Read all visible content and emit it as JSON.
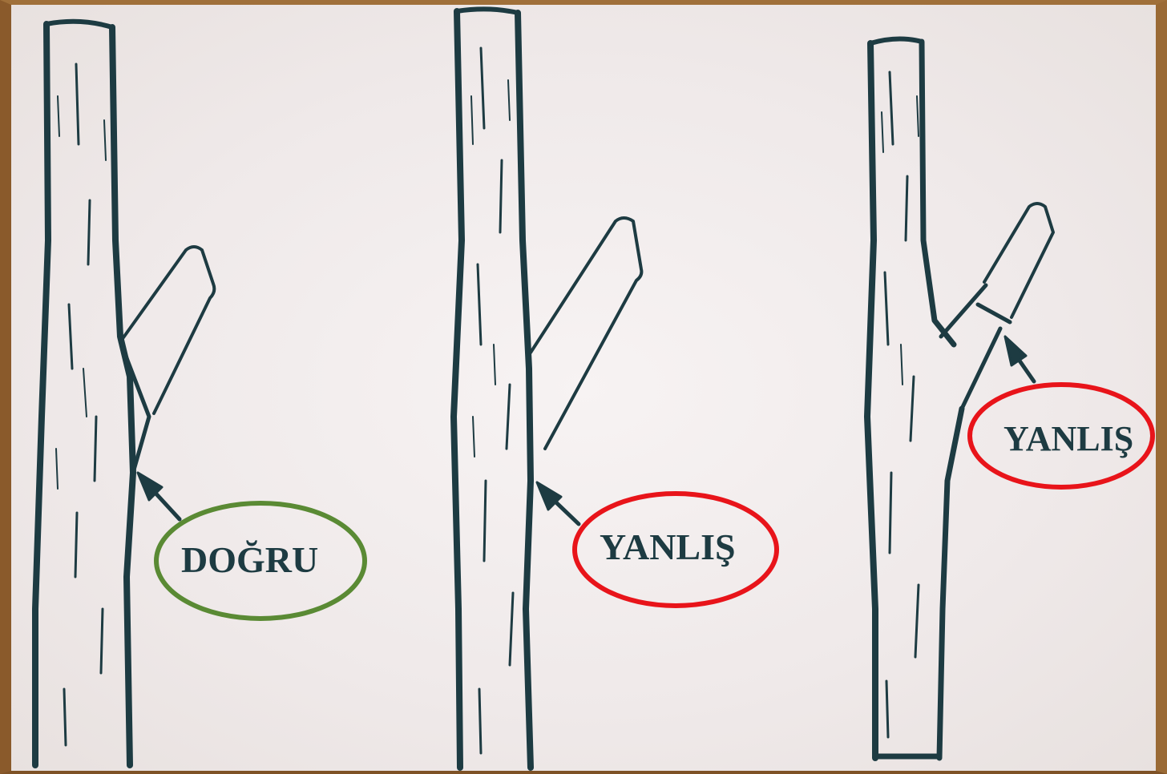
{
  "labels": {
    "correct": "DOĞRU",
    "wrong_middle": "YANLIŞ",
    "wrong_right": "YANLIŞ"
  },
  "colors": {
    "ink": "#1d3b42",
    "correct_ring": "#5a8a34",
    "wrong_ring": "#e8141a",
    "board": "#f1ecec",
    "frame": "#8a5a2b"
  }
}
